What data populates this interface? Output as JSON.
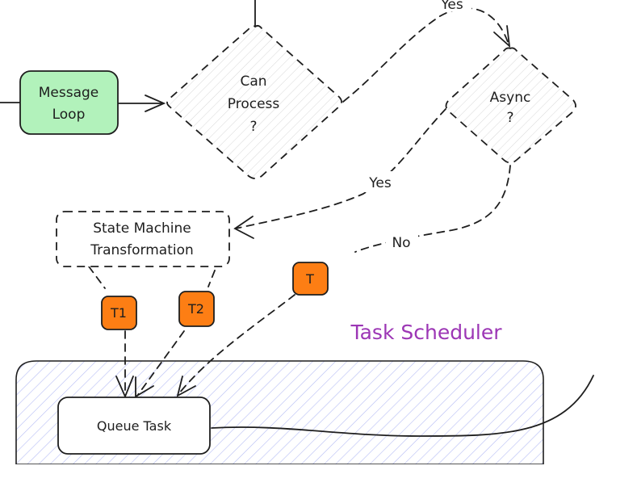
{
  "nodes": {
    "message_loop": {
      "line1": "Message",
      "line2": "Loop"
    },
    "can_process": {
      "line1": "Can",
      "line2": "Process",
      "line3": "?"
    },
    "async": {
      "line1": "Async",
      "line2": "?"
    },
    "state_machine": {
      "line1": "State Machine",
      "line2": "Transformation"
    },
    "queue_task": {
      "label": "Queue Task"
    }
  },
  "edge_labels": {
    "yes_top": "Yes",
    "yes_left": "Yes",
    "no": "No"
  },
  "task_badges": {
    "t": "T",
    "t1": "T1",
    "t2": "T2"
  },
  "scheduler": {
    "title": "Task Scheduler"
  },
  "colors": {
    "stroke": "#1e1e1e",
    "message_loop_fill": "#b2f2bb",
    "badge_fill": "#fd7e14",
    "scheduler_title": "#9c36b5",
    "scheduler_hatch": "#b6bdf5"
  }
}
